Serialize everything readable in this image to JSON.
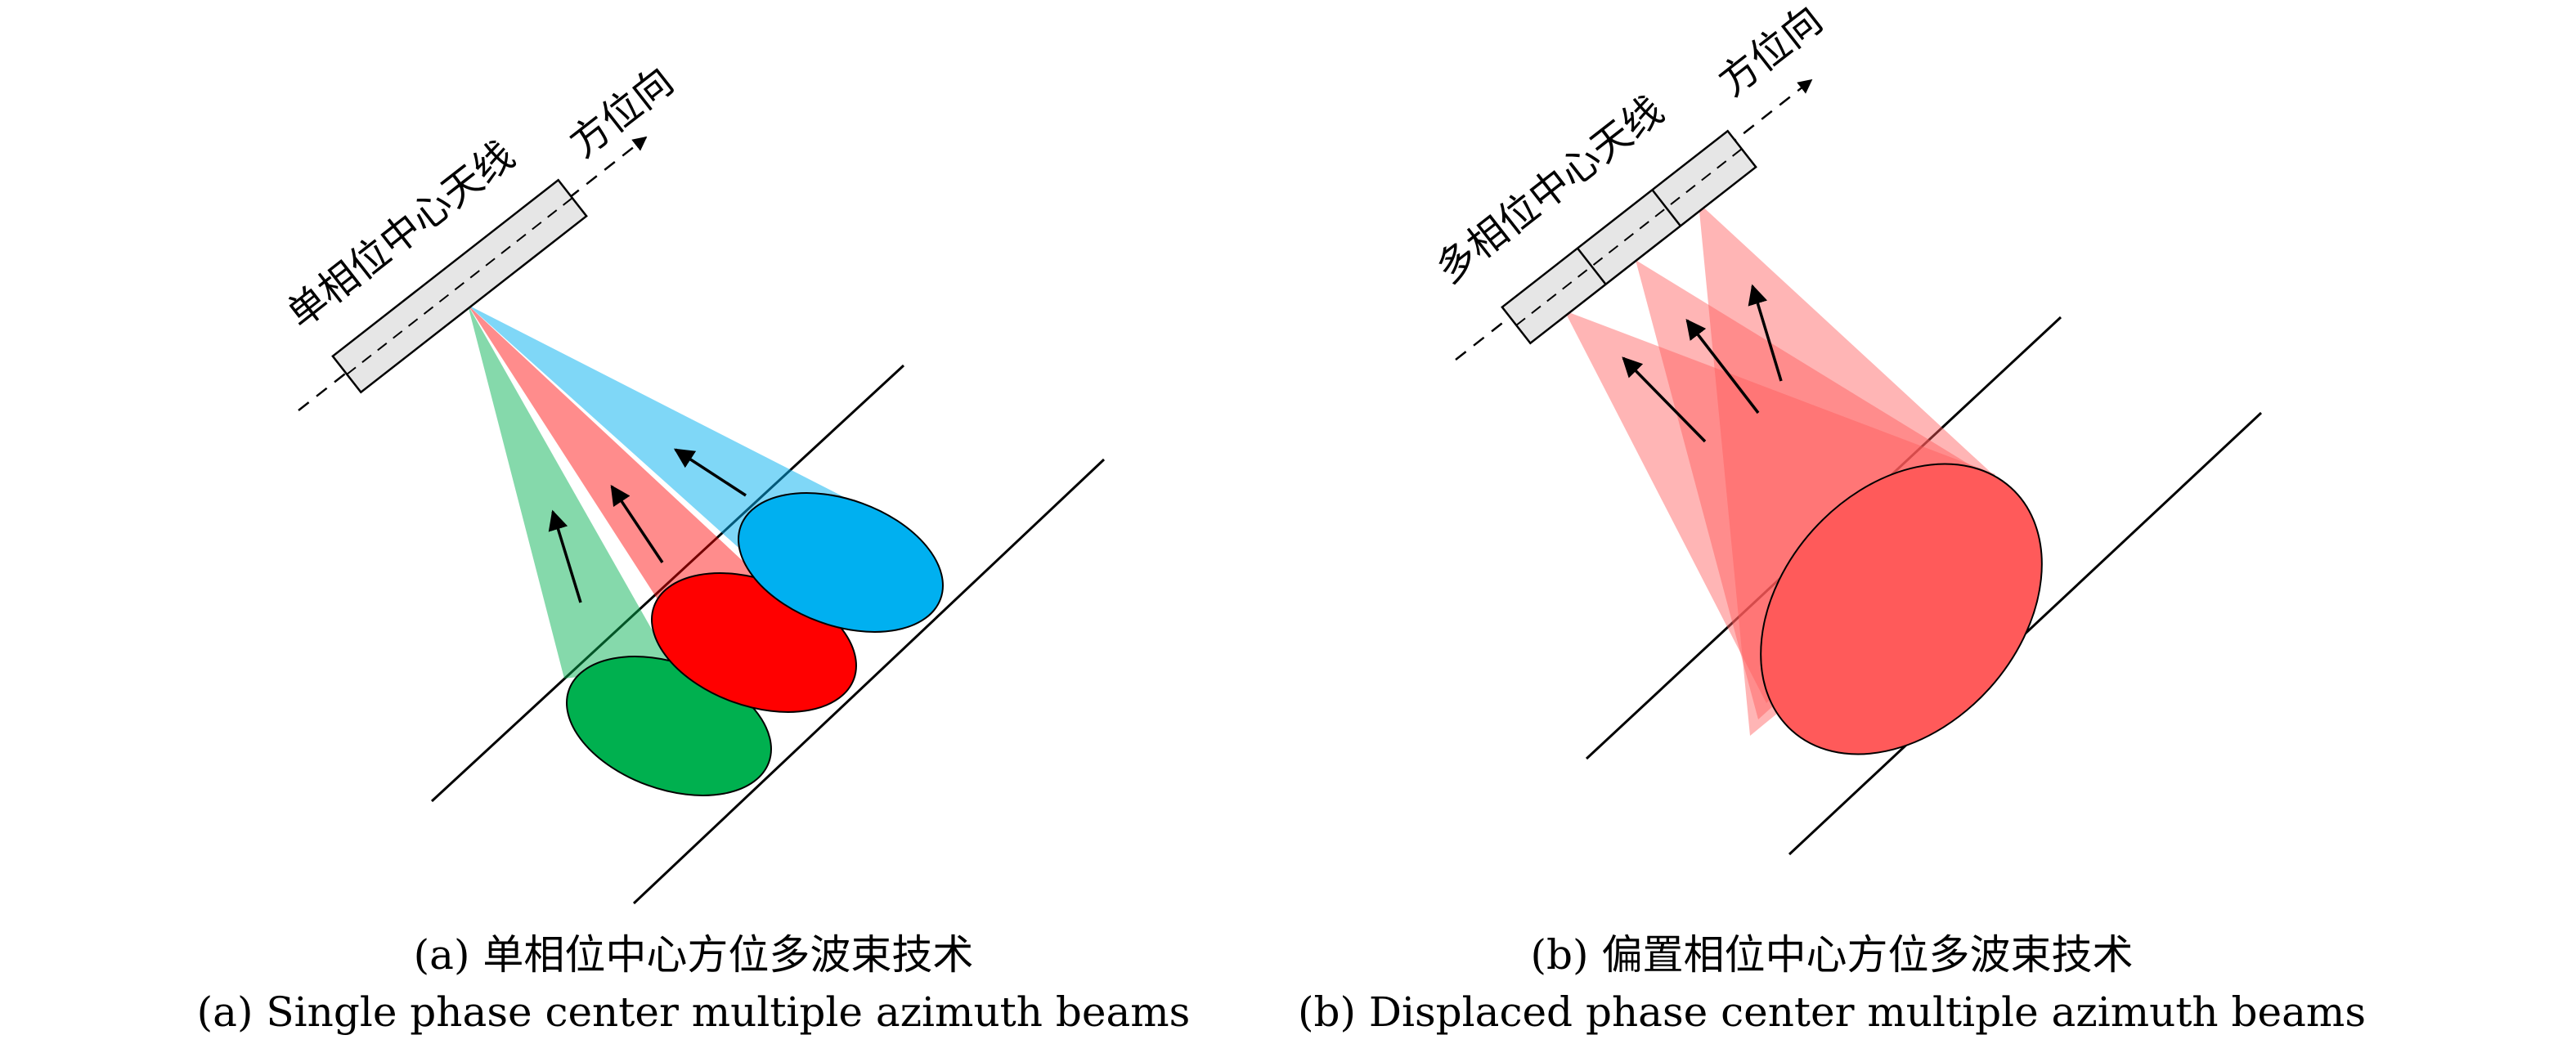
{
  "panels": [
    {
      "antenna_label": "单相位中心天线",
      "direction_label": "方位向",
      "caption_cn": "(a) 单相位中心方位多波束技术",
      "caption_en": "(a) Single phase center multiple azimuth beams",
      "beams": [
        {
          "color": "#00b04f"
        },
        {
          "color": "#ff0000"
        },
        {
          "color": "#00b0f0"
        }
      ]
    },
    {
      "antenna_label": "多相位中心天线",
      "direction_label": "方位向",
      "caption_cn": "(b) 偏置相位中心方位多波束技术",
      "caption_en": "(b) Displaced phase center multiple azimuth beams",
      "beams": [
        {
          "color": "#ff5a5a"
        }
      ]
    }
  ],
  "colors": {
    "antenna_fill": "#e6e6e6",
    "green_beam": "#00b04f",
    "red_beam": "#ff0000",
    "blue_beam": "#00b0f0",
    "displaced_beam": "#ff5a5a"
  }
}
